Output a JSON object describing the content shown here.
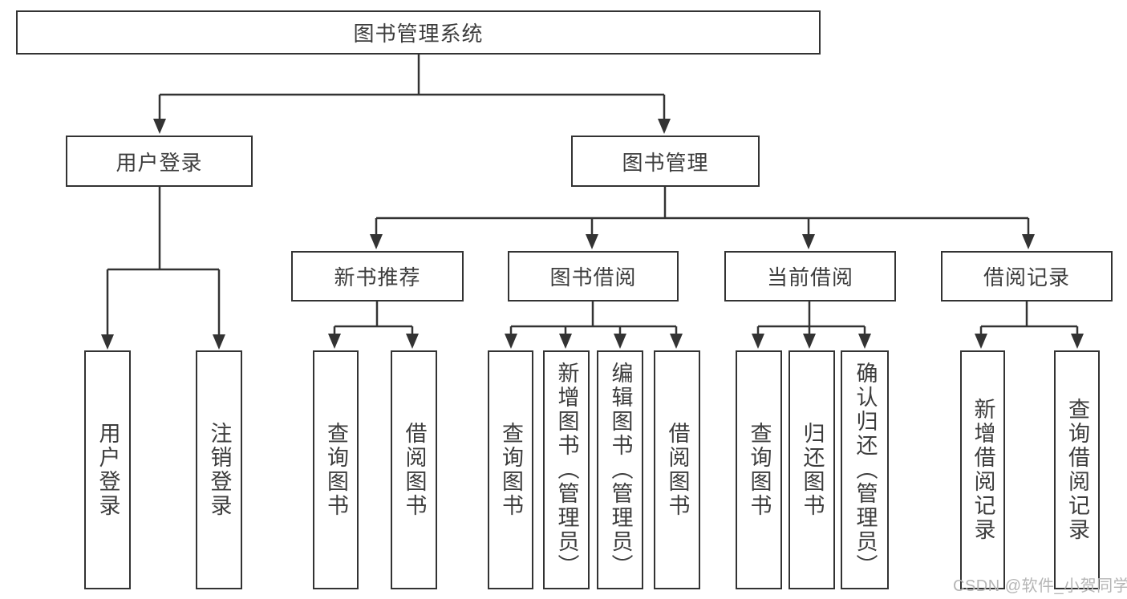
{
  "diagram": {
    "root": {
      "label": "图书管理系统"
    },
    "branches": [
      {
        "label": "用户登录",
        "children": [
          {
            "label": "用户登录"
          },
          {
            "label": "注销登录"
          }
        ]
      },
      {
        "label": "图书管理",
        "children": [
          {
            "label": "新书推荐",
            "children": [
              {
                "label": "查询图书"
              },
              {
                "label": "借阅图书"
              }
            ]
          },
          {
            "label": "图书借阅",
            "children": [
              {
                "label": "查询图书"
              },
              {
                "label": "新增图书（管理员）"
              },
              {
                "label": "编辑图书（管理员）"
              },
              {
                "label": "借阅图书"
              }
            ]
          },
          {
            "label": "当前借阅",
            "children": [
              {
                "label": "查询图书"
              },
              {
                "label": "归还图书"
              },
              {
                "label": "确认归还（管理员）"
              }
            ]
          },
          {
            "label": "借阅记录",
            "children": [
              {
                "label": "新增借阅记录"
              },
              {
                "label": "查询借阅记录"
              }
            ]
          }
        ]
      }
    ]
  },
  "watermark": {
    "text": "CSDN @软件_小贺同学"
  },
  "colors": {
    "line": "#333333",
    "box_border": "#333333",
    "text": "#3d3d3d",
    "watermark": "#b5b5b5",
    "background": "#ffffff"
  }
}
